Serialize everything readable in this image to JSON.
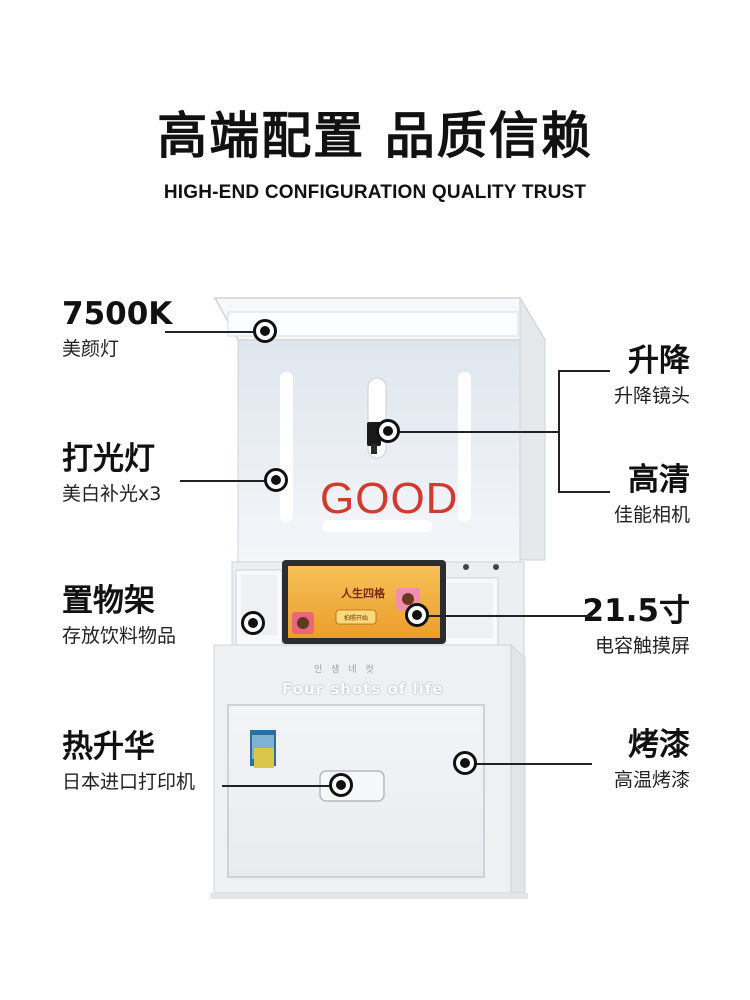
{
  "header": {
    "title": "高端配置 品质信赖",
    "subtitle": "HIGH-END CONFIGURATION QUALITY TRUST"
  },
  "features": {
    "beauty_light": {
      "title": "7500K",
      "desc": "美颜灯"
    },
    "fill_light": {
      "title": "打光灯",
      "desc": "美白补光x3"
    },
    "shelf": {
      "title": "置物架",
      "desc": "存放饮料物品"
    },
    "printer": {
      "title": "热升华",
      "desc": "日本进口打印机"
    },
    "lift": {
      "title": "升降",
      "desc": "升降镜头"
    },
    "camera": {
      "title": "高清",
      "desc": "佳能相机"
    },
    "screen": {
      "title": "21.5寸",
      "desc": "电容触摸屏"
    },
    "paint": {
      "title": "烤漆",
      "desc": "高温烤漆"
    }
  },
  "machine": {
    "sign_text": "GOOD",
    "brand_korean": "인 생 네 컷",
    "brand_text": "Four shots of life",
    "screen_title": "人生四格",
    "screen_button": "拍照开始"
  },
  "colors": {
    "good_red": "#d23a2e",
    "screen_orange": "#f2b33d",
    "body_white": "#f1f2f4"
  }
}
